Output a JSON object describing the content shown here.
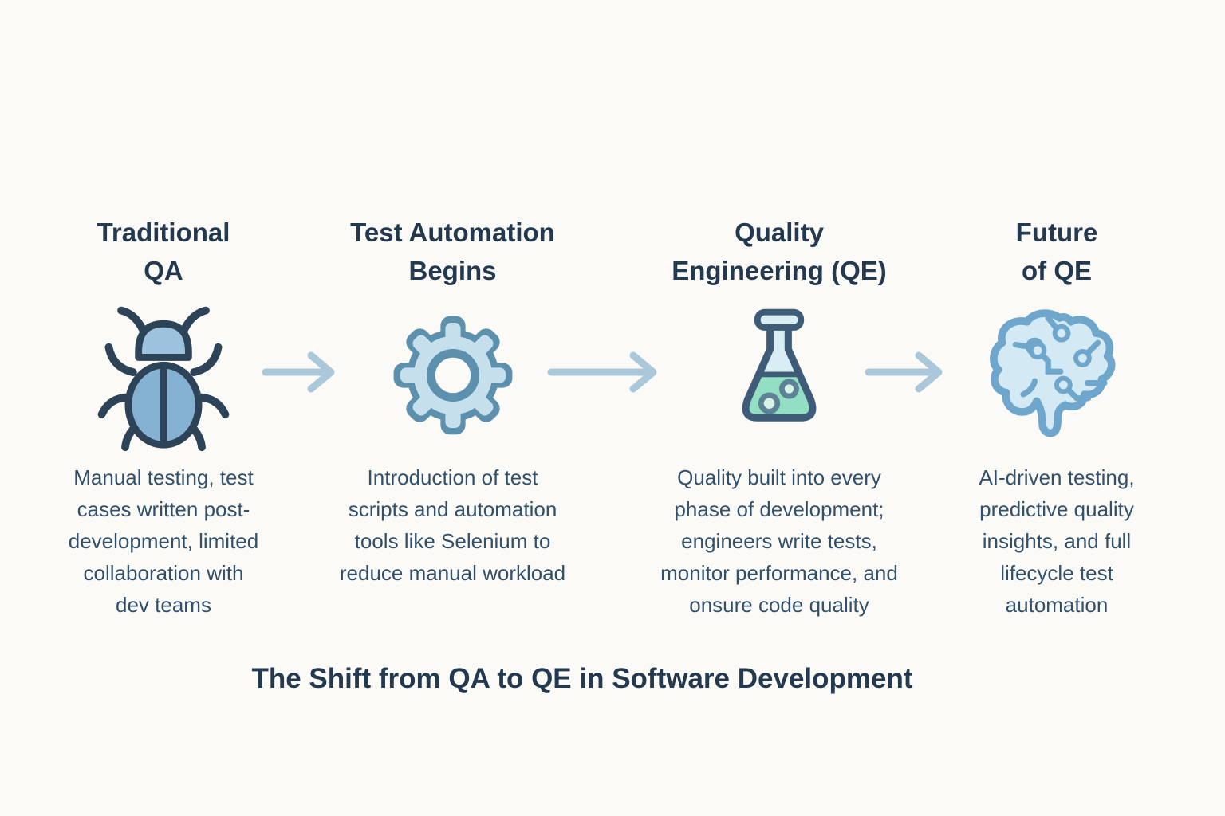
{
  "page": {
    "background_color": "#fcfaf6",
    "text_color": "#22394f"
  },
  "footer": {
    "title": "The Shift from QA to QE in Software Development"
  },
  "stages": [
    {
      "id": "traditional-qa",
      "title": "Traditional\nQA",
      "icon": "bug-icon",
      "description": "Manual testing, test\ncases written post-\ndevelopment, limited\ncollaboration with\ndev teams"
    },
    {
      "id": "test-automation-begins",
      "title": "Test Automation\nBegins",
      "icon": "gear-icon",
      "description": "Introduction of test\nscripts and automation\ntools like Selenium to\nreduce manual workload"
    },
    {
      "id": "quality-engineering",
      "title": "Quality\nEngineering (QE)",
      "icon": "flask-icon",
      "description": "Quality built into every\nphase of development;\nengineers write tests,\nmonitor performance, and\nonsure code quality"
    },
    {
      "id": "future-of-qe",
      "title": "Future\nof QE",
      "icon": "brain-icon",
      "description": "AI-driven testing,\npredictive quality\ninsights, and full\nlifecycle test\nautomation"
    }
  ],
  "icons": {
    "bug": {
      "outline": "#2d4357",
      "fill": "#85b1d3"
    },
    "gear": {
      "outline": "#5d90ad",
      "fill": "#c6dfec"
    },
    "flask": {
      "outline": "#3e5c77",
      "neck_fill": "#d9edf5",
      "liquid_fill": "#93dfc3",
      "bubble_ring": "#5d8196"
    },
    "brain": {
      "outline": "#6fa6cb",
      "fill": "#d3e9f4"
    },
    "arrow": {
      "stroke": "#abc8da"
    }
  }
}
